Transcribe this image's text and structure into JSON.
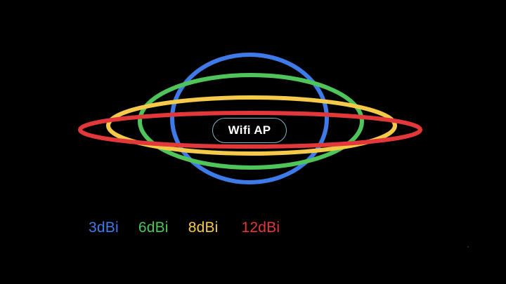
{
  "diagram": {
    "center_label": "Wifi AP",
    "label_border_color": "#7fb3c8",
    "patterns": [
      {
        "gain": "3dBi",
        "color": "#3f7be8"
      },
      {
        "gain": "6dBi",
        "color": "#4ec45a"
      },
      {
        "gain": "8dBi",
        "color": "#f5c94a"
      },
      {
        "gain": "12dBi",
        "color": "#e2383a"
      }
    ]
  }
}
